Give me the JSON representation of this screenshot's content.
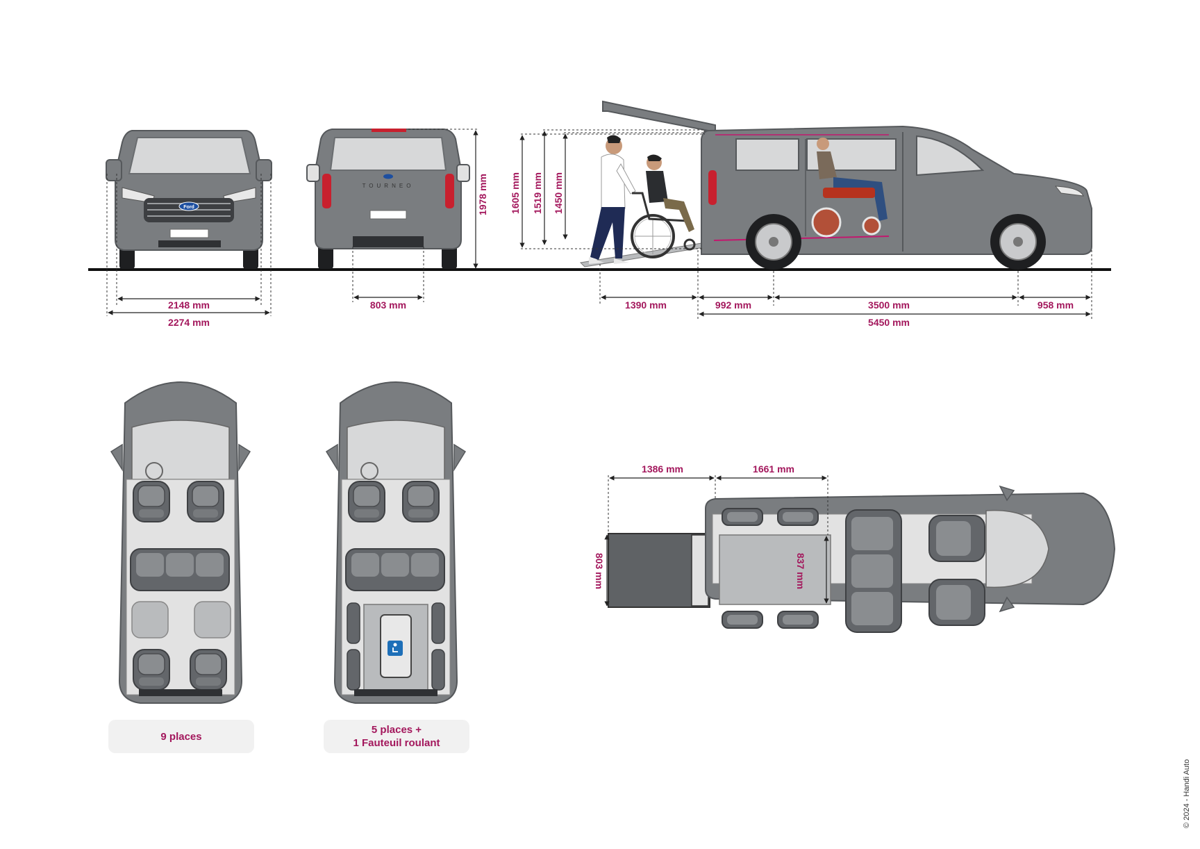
{
  "colors": {
    "body": "#7a7d80",
    "dark": "#55585b",
    "glass": "#d7d8d9",
    "accent": "#a3175c",
    "interior": "#e2e2e2"
  },
  "badges": {
    "front_brand": "Ford",
    "rear_model": "TOURNEO"
  },
  "dimensions": {
    "width_mirrors": "2148 mm",
    "width_total": "2274 mm",
    "door_width": "803 mm",
    "height_total": "1978 mm",
    "opening_1": "1605 mm",
    "opening_2": "1519 mm",
    "opening_3": "1450 mm",
    "ramp_length": "1390 mm",
    "rear_overhang": "992 mm",
    "wheelbase": "3500 mm",
    "front_overhang": "958 mm",
    "length_total": "5450 mm",
    "ramp_top": "1386 mm",
    "floor_length": "1661 mm",
    "ramp_width": "803 mm",
    "floor_width": "837 mm"
  },
  "captions": {
    "nine": "9 places",
    "five_line1": "5 places +",
    "five_line2": "1 Fauteuil roulant"
  },
  "copyright": "© 2024 - Handi Auto"
}
